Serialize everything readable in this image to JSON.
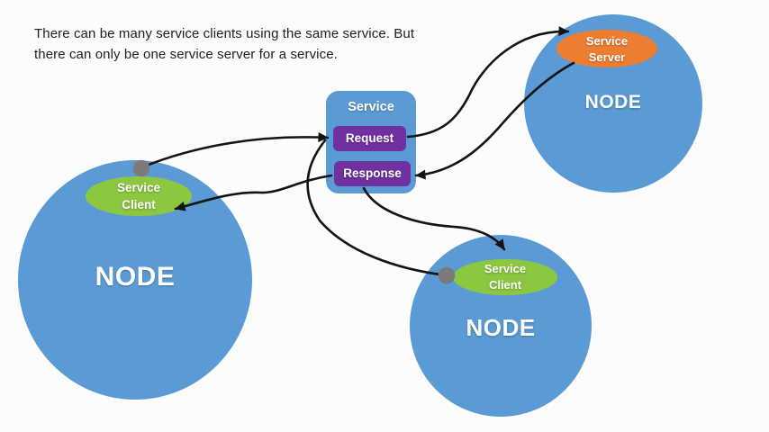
{
  "caption": {
    "line1": "There can be many service clients using the same service. But",
    "line2": "there can only be one service server for a service."
  },
  "service_panel": {
    "title": "Service",
    "request_label": "Request",
    "response_label": "Response"
  },
  "left_node": {
    "label": "NODE",
    "client": {
      "line1": "Service",
      "line2": "Client"
    }
  },
  "bottom_node": {
    "label": "NODE",
    "client": {
      "line1": "Service",
      "line2": "Client"
    }
  },
  "top_right_node": {
    "label": "NODE",
    "server": {
      "line1": "Service",
      "line2": "Server"
    }
  },
  "colors": {
    "background": "#fcfcfc",
    "node_blue": "#5b9bd5",
    "client_green": "#8cc740",
    "server_orange": "#ed7d31",
    "box_purple": "#7030a0",
    "arrow_black": "#141414",
    "connector_gray": "#7a7a7a"
  }
}
